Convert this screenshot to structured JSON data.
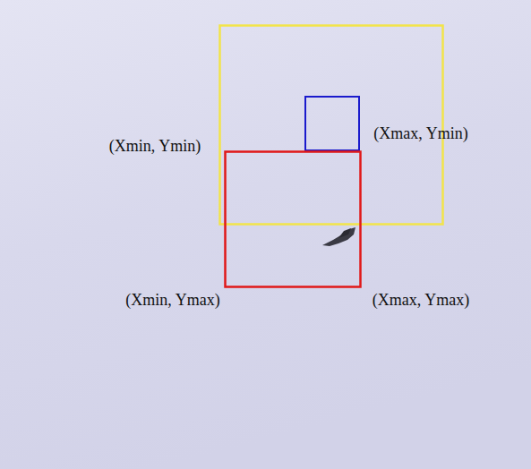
{
  "diagram": {
    "labels": [
      "(Xmin, Ymin)",
      "(Xmax, Ymin)",
      "(Xmin, Ymax)",
      "(Xmax, Ymax)"
    ]
  }
}
